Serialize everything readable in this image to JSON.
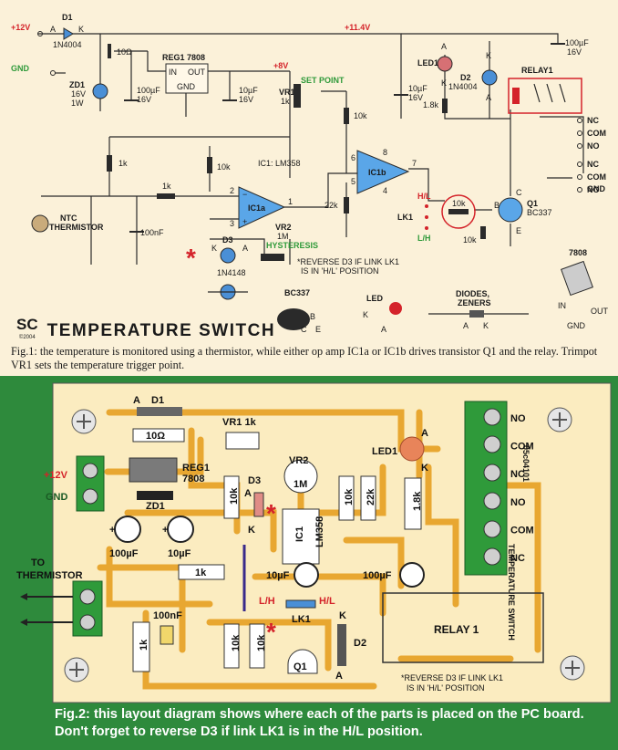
{
  "schematic": {
    "title": "TEMPERATURE SWITCH",
    "logo": "SC",
    "logo_year": "©2004",
    "rail_labels": {
      "v12": "+12V",
      "gnd": "GND",
      "v114": "+11.4V",
      "v8": "+8V"
    },
    "components": {
      "d1": "D1",
      "d1_type": "1N4004",
      "r10": "10Ω",
      "zd1": "ZD1",
      "zd1_v": "16V",
      "zd1_w": "1W",
      "c100a": "100µF",
      "c100a_v": "16V",
      "reg1": "REG1 7808",
      "reg_in": "IN",
      "reg_out": "OUT",
      "reg_gnd": "GND",
      "c10a": "10µF",
      "c10a_v": "16V",
      "vr1": "VR1",
      "vr1_val": "1k",
      "set_point": "SET POINT",
      "r10k_a": "10k",
      "c10b": "10µF",
      "c10b_v": "16V",
      "led1": "LED1",
      "d2": "D2",
      "d2_type": "1N4004",
      "r18k": "1.8k",
      "c100b": "100µF",
      "c100b_v": "16V",
      "relay": "RELAY1",
      "r1k_a": "1k",
      "r10k_b": "10k",
      "ic_label": "IC1: LM358",
      "r1k_b": "1k",
      "ic1a": "IC1a",
      "ic1b": "IC1b",
      "r22k": "22k",
      "hl": "H/L",
      "lh": "L/H",
      "lk1": "LK1",
      "r10k_c": "10k",
      "r10k_d": "10k",
      "q1": "Q1",
      "q1_type": "BC337",
      "ntc": "NTC",
      "thermistor": "THERMISTOR",
      "c100n": "100nF",
      "d3": "D3",
      "d3_type": "1N4148",
      "vr2": "VR2",
      "vr2_val": "1M",
      "hysteresis": "HYSTERESIS",
      "reverse_note_1": "*REVERSE D3 IF LINK LK1",
      "reverse_note_2": "IS IN 'H/L' POSITION"
    },
    "pins": {
      "p1": "1",
      "p2": "2",
      "p3": "3",
      "p4": "4",
      "p5": "5",
      "p6": "6",
      "p7": "7",
      "p8": "8"
    },
    "relay_contacts": [
      "NC",
      "COM",
      "NO",
      "NC",
      "COM",
      "NO"
    ],
    "letters": {
      "a": "A",
      "k": "K",
      "b": "B",
      "c": "C",
      "e": "E"
    },
    "legend": {
      "bc337": "BC337",
      "led": "LED",
      "diodes": "DIODES,",
      "zeners": "ZENERS",
      "reg": "7808",
      "in": "IN",
      "out": "OUT",
      "gnd": "GND"
    }
  },
  "fig1_caption": "Fig.1: the temperature is monitored using a thermistor, while either op amp IC1a or IC1b drives transistor Q1 and the relay. Trimpot VR1 sets the temperature trigger point.",
  "pcb": {
    "labels": {
      "d1": "D1",
      "a": "A",
      "r10": "10Ω",
      "vr1": "VR1 1k",
      "vr2": "VR2",
      "vr2_val": "1M",
      "reg1": "REG1",
      "reg_type": "7808",
      "v12": "+12V",
      "gnd": "GND",
      "zd1": "ZD1",
      "d3": "D3",
      "k": "K",
      "r10k_a": "10k",
      "ic1": "IC1",
      "lm358": "LM358",
      "r10k_b": "10k",
      "r22k": "22k",
      "r18k": "1.8k",
      "led1": "LED1",
      "c100a": "100µF",
      "c10a": "10µF",
      "c10b": "10µF",
      "c100b": "100µF",
      "to": "TO",
      "thermistor": "THERMISTOR",
      "r1k": "1k",
      "c100n": "100nF",
      "lh": "L/H",
      "hl": "H/L",
      "lk1": "LK1",
      "r1k_b": "1k",
      "r10k_c": "10k",
      "r10k_d": "10k",
      "q1": "Q1",
      "d2": "D2",
      "relay": "RELAY 1",
      "note_1": "*REVERSE D3 IF LINK LK1",
      "note_2": "IS IN 'H/L' POSITION",
      "board_name": "TEMPERATURE SWITCH",
      "board_code": "05c04101",
      "plus": "+"
    },
    "relay_terminals": [
      "NO",
      "COM",
      "NC",
      "NO",
      "COM",
      "NC"
    ]
  },
  "fig2_caption": "Fig.2: this layout diagram shows where each of the parts is placed on the PC board. Don't forget to reverse D3 if link LK1 is in the H/L position.",
  "colors": {
    "schematic_bg": "#fbf1d9",
    "pcb_bg": "#2e8a3c",
    "board": "#fbecc0",
    "track": "#e8a731",
    "accent_red": "#d4232a",
    "rail_green": "#2f9a3a",
    "relay_green": "#2f9a3a"
  }
}
